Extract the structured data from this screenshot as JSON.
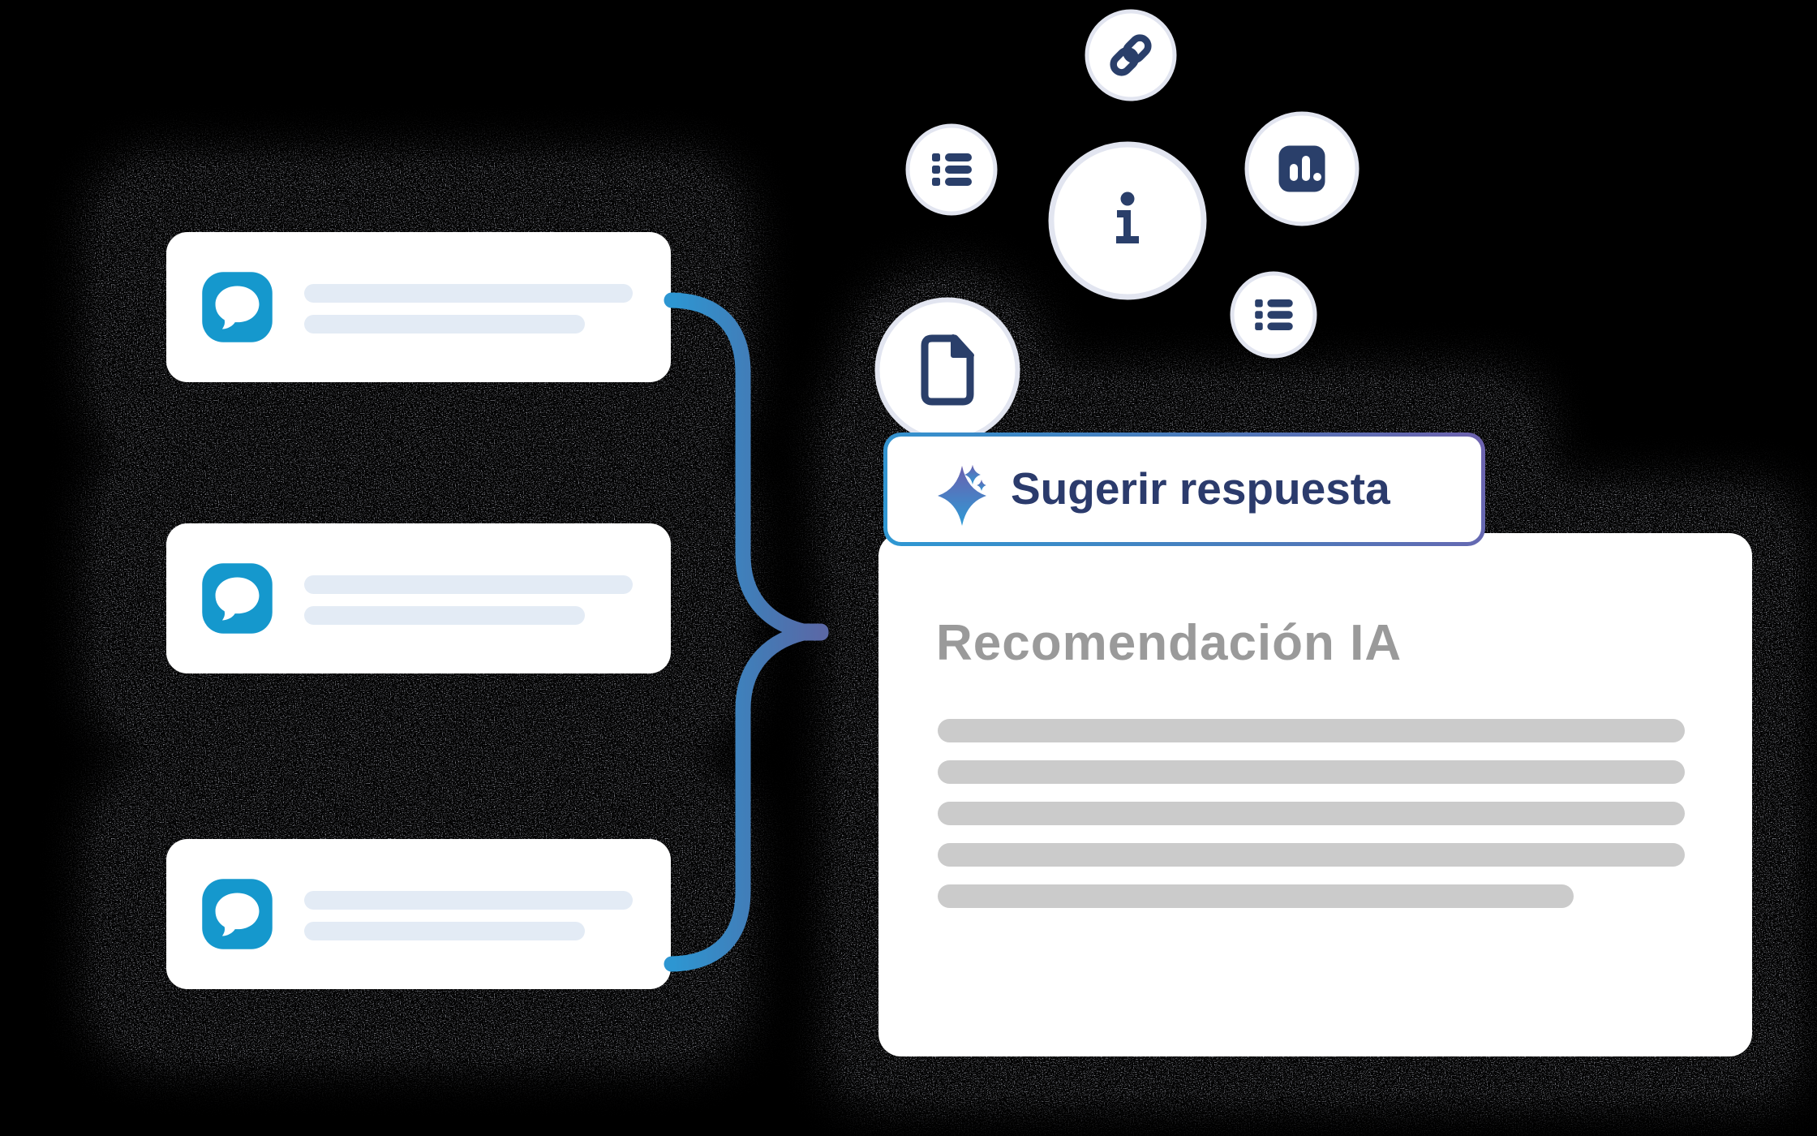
{
  "illustration": {
    "background_color": "#000000",
    "chat_list": {
      "card_count": 3,
      "icon": "chat-bubble-icon",
      "accent_color": "#1598CD",
      "placeholder_line_color": "#E3EBF5",
      "placeholder_line_widths": [
        405,
        346
      ]
    },
    "connector": {
      "shape": "curly-brace",
      "gradient_start": "#2D96D2",
      "gradient_end": "#5A68A6"
    },
    "floating_icons": [
      {
        "name": "link-icon"
      },
      {
        "name": "bullet-list-icon"
      },
      {
        "name": "info-icon"
      },
      {
        "name": "bar-chart-icon"
      },
      {
        "name": "bullet-list-icon-2"
      },
      {
        "name": "document-icon"
      }
    ],
    "glyph_color": "#2A3F6A",
    "circle_ring_color": "#E2E5F0",
    "suggest_button": {
      "label": "Sugerir respuesta",
      "icon": "sparkles-icon",
      "text_color": "#2B3B6C",
      "background": "#FFFFFF",
      "border_gradient": [
        "#2E98D3",
        "#6E62AE"
      ],
      "sparkle_gradient": [
        "#6B5FAE",
        "#2E9BD6"
      ]
    },
    "recommendation_card": {
      "title": "Recomendación IA",
      "title_color": "#9A9A9A",
      "background": "#FFFFFF",
      "placeholder_bar_color": "#CBCBCB",
      "placeholder_bar_widths": [
        921,
        921,
        921,
        921,
        784
      ]
    }
  }
}
